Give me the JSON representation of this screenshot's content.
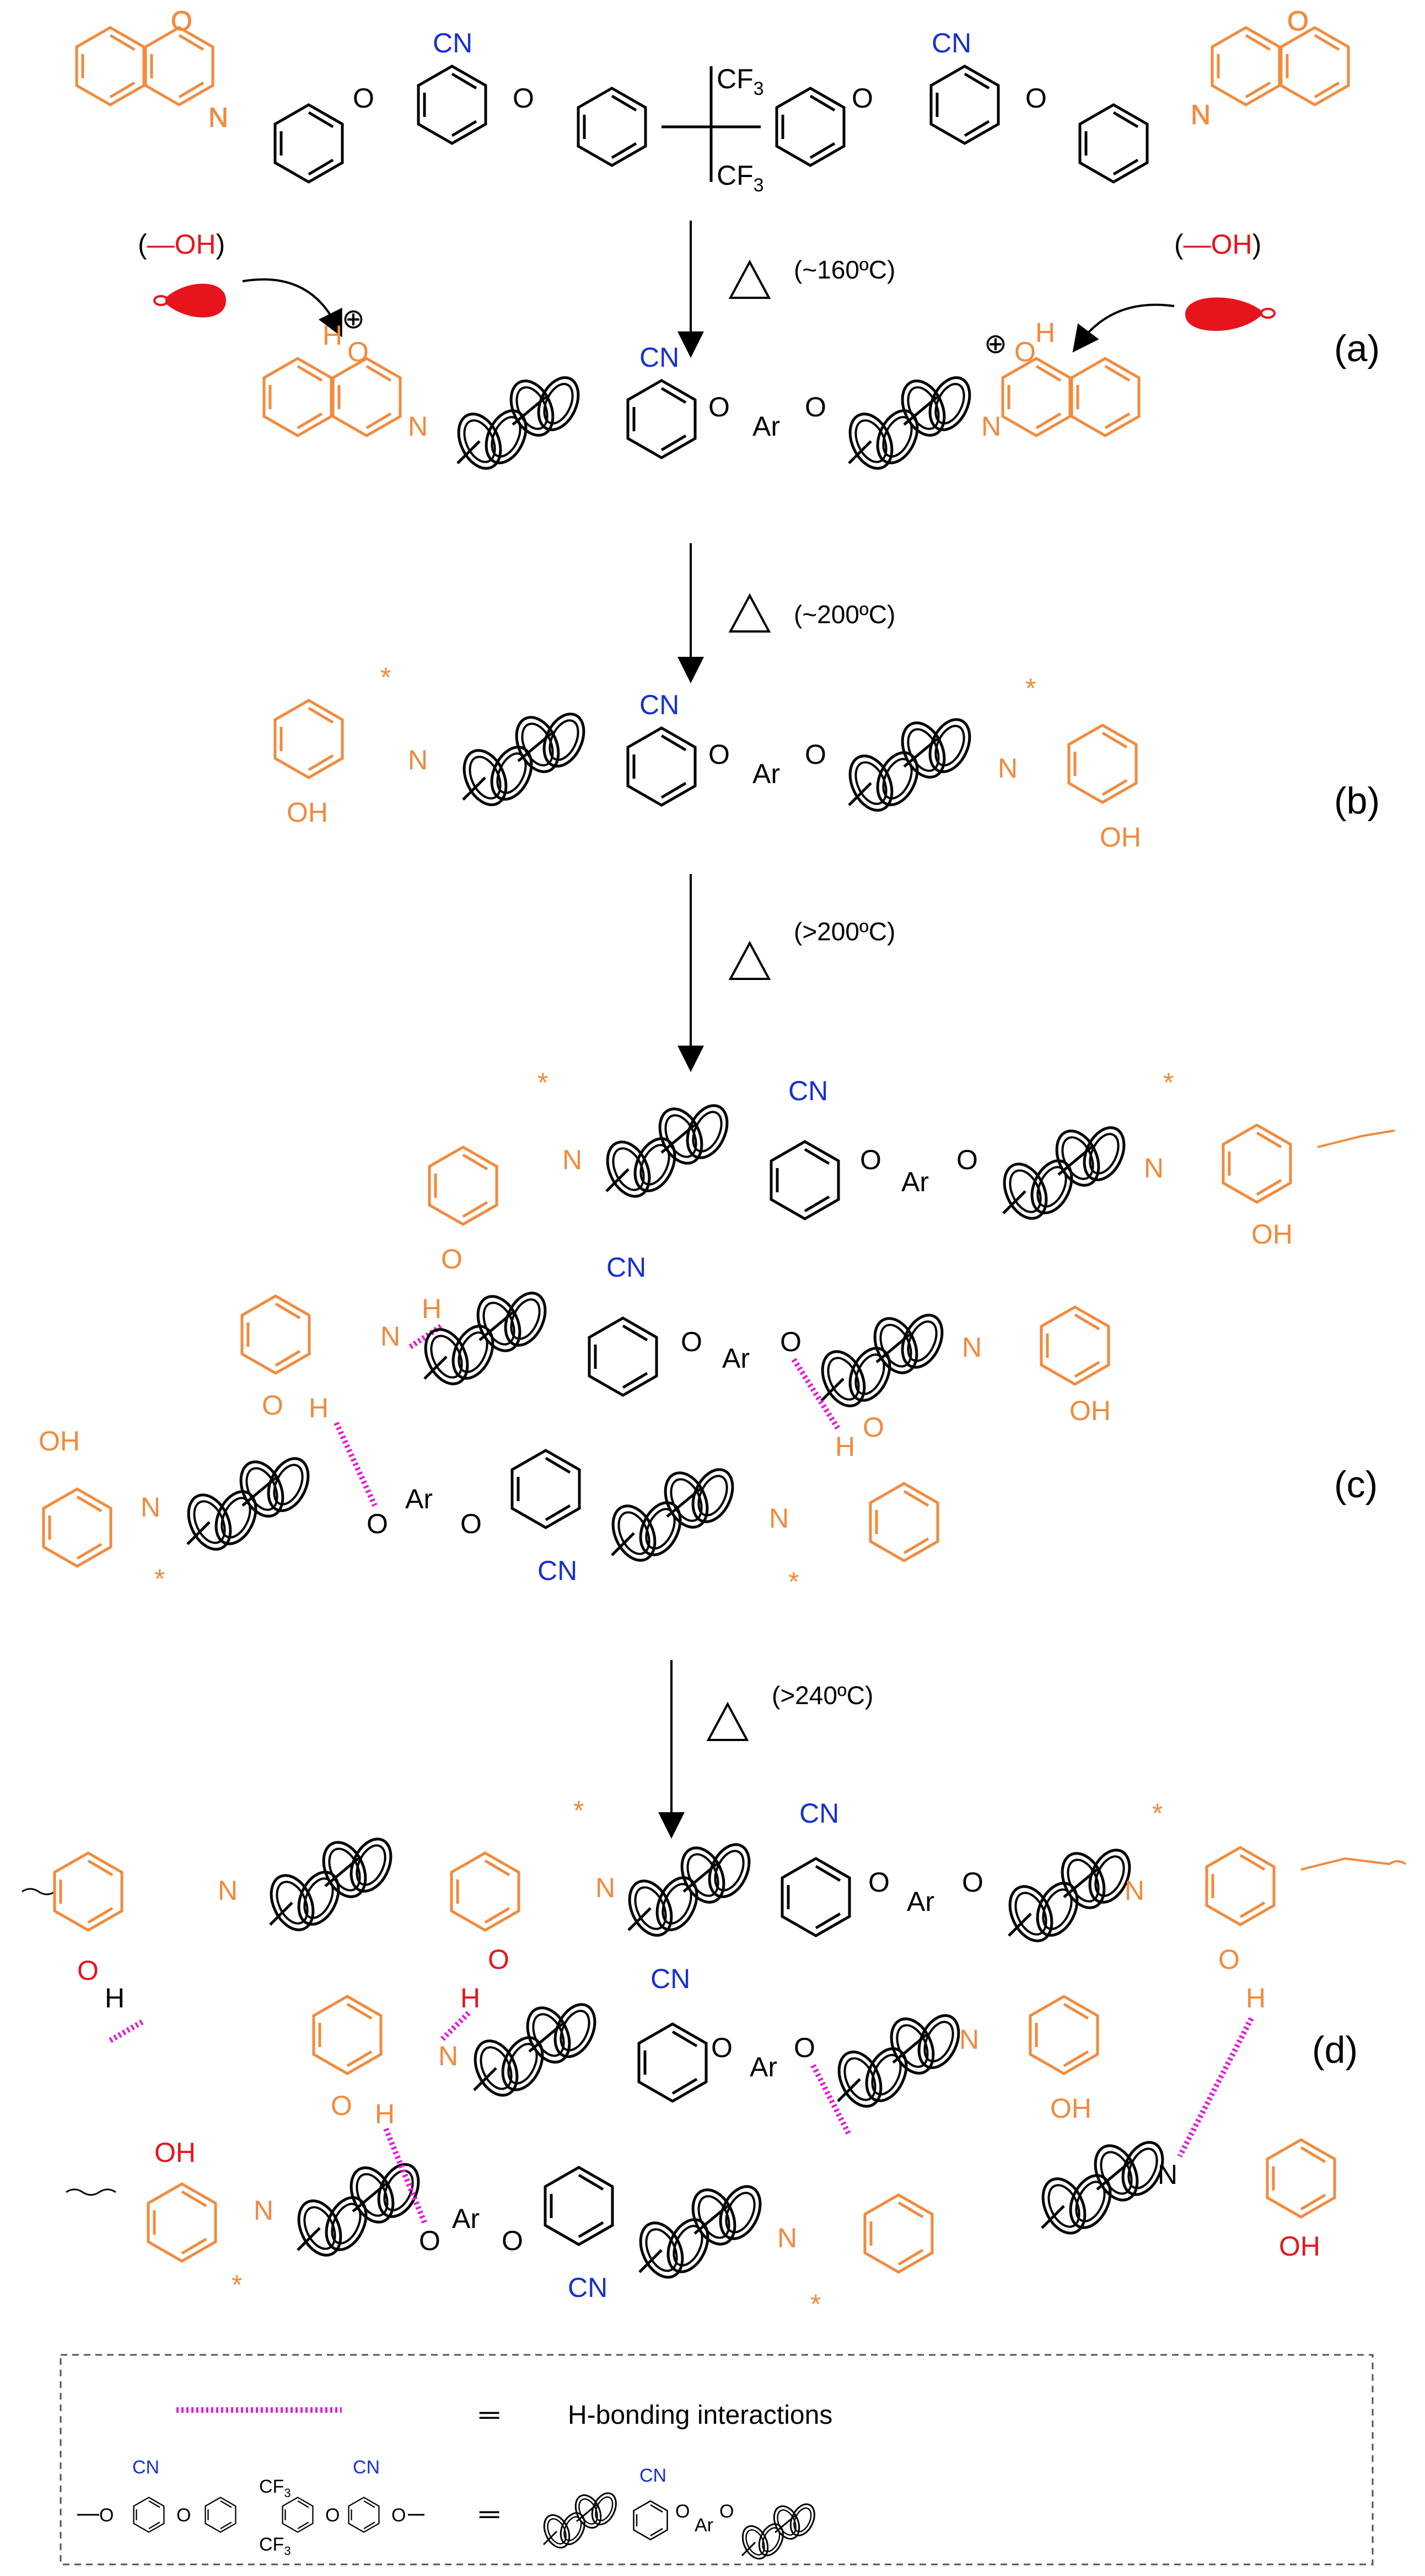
{
  "colors": {
    "orange": "#F28A3C",
    "blue": "#1730D0",
    "red": "#E8141B",
    "magenta": "#E31BD9",
    "black": "#000000"
  },
  "monomer": {
    "cn": "CN",
    "cf3": "CF",
    "cf3_sub": "3"
  },
  "initiator": {
    "hydroxyl": "—OH",
    "paren_open": "(",
    "paren_close": ")",
    "proton": "H",
    "plus": "⊕"
  },
  "steps": [
    {
      "condition": "(~160ºC)",
      "label": "(a)"
    },
    {
      "condition": "(~200ºC)",
      "label": "(b)"
    },
    {
      "condition": "(>200ºC)",
      "label": "(c)"
    },
    {
      "condition": "(>240ºC)",
      "label": "(d)"
    }
  ],
  "atoms": {
    "cn": "CN",
    "o": "O",
    "ar": "Ar",
    "n": "N",
    "oh": "OH",
    "h": "H",
    "star": "*"
  },
  "legend": {
    "hbond_label": "H-bonding interactions",
    "equals": "═",
    "cf3": "CF",
    "cf3_sub": "3"
  }
}
